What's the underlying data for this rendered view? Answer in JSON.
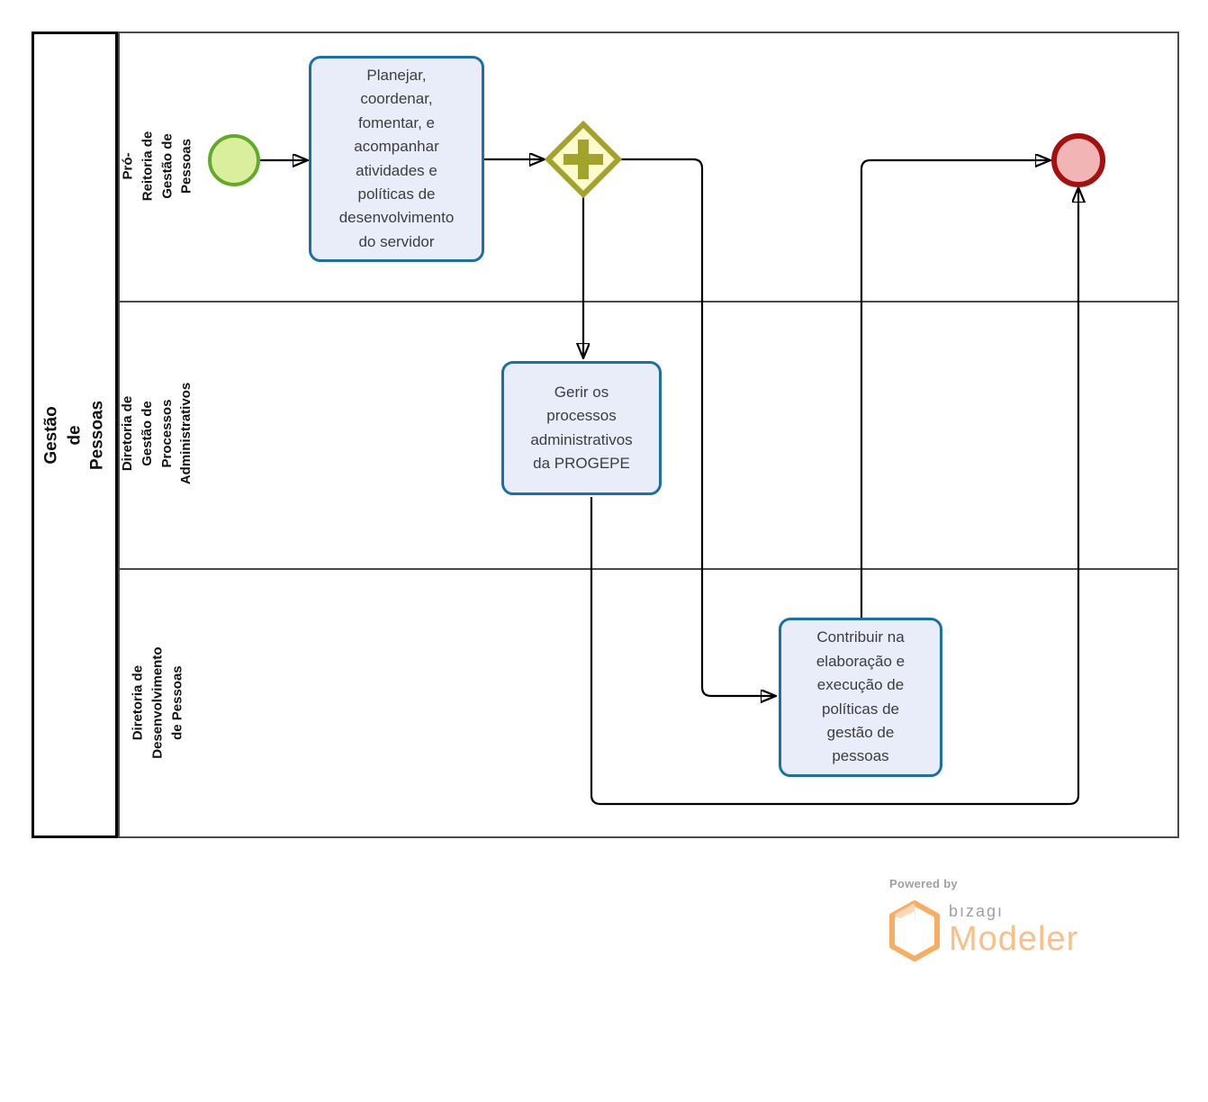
{
  "diagram": {
    "pool": {
      "title": "Gestão de Pessoas",
      "lanes": [
        {
          "label": "Pró-Reitoria de Gestão de\nPessoas"
        },
        {
          "label": "Diretoria de Gestão de\nProcessos Administrativos"
        },
        {
          "label": "Diretoria de Desenvolvimento\nde Pessoas"
        }
      ]
    },
    "nodes": {
      "task_planejar": {
        "label": "Planejar,\ncoordenar,\nfomentar, e\nacompanhar\natividades e\npolíticas de\ndesenvolvimento\ndo servidor"
      },
      "task_gerir": {
        "label": "Gerir os\nprocessos\nadministrativos\nda PROGEPE"
      },
      "task_contribuir": {
        "label": "Contribuir na\nelaboração e\nexecução de\npolíticas de\ngestão de\npessoas"
      }
    }
  },
  "branding": {
    "powered_by": "Powered by",
    "brand": "bızagı",
    "product": "Modeler"
  },
  "colors": {
    "pool_border": "#000000",
    "lane_border": "#4a4a4a",
    "label_text": "#111111",
    "text": "#3d3d3d",
    "task_fill": "#e9edfa",
    "task_border": "#1b6fa5",
    "start_fill": "#d9ef9e",
    "start_border": "#62aa28",
    "end_fill": "#f2b5b5",
    "end_border": "#a50f0f",
    "gateway_fill": "#fbfbce",
    "gateway_border": "#a2a32b",
    "flow": "#000000",
    "brand_gray": "#a0a0a0",
    "brand_orange": "#fbbe85",
    "brand_icon_orange": "#f9ad63",
    "brand_icon_fill": "#fcd9b4"
  }
}
